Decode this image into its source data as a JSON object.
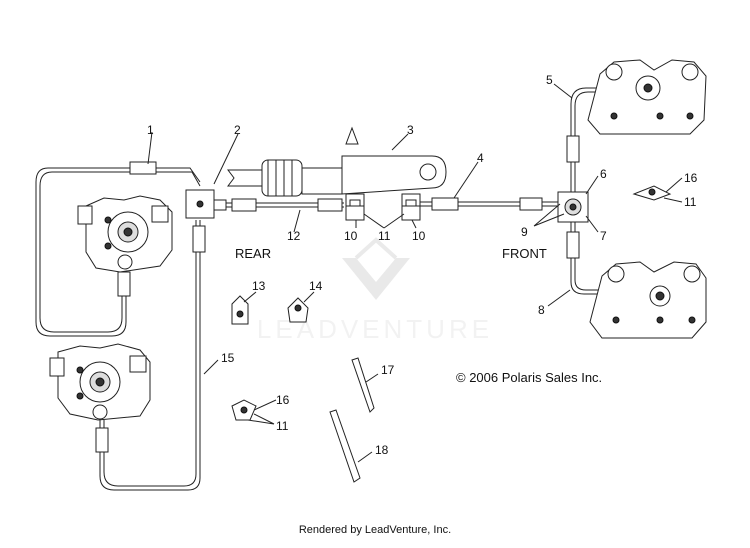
{
  "callouts": {
    "c1": "1",
    "c2": "2",
    "c3": "3",
    "c4": "4",
    "c5": "5",
    "c6": "6",
    "c7": "7",
    "c8": "8",
    "c9": "9",
    "c10a": "10",
    "c10b": "10",
    "c11a": "11",
    "c11b": "11",
    "c11c": "11",
    "c12": "12",
    "c13": "13",
    "c14": "14",
    "c15": "15",
    "c16a": "16",
    "c16b": "16",
    "c17": "17",
    "c18": "18"
  },
  "labels": {
    "rear": "REAR",
    "front": "FRONT",
    "copyright": "© 2006 Polaris Sales Inc.",
    "watermark": "LEADVENTURE"
  },
  "footer": "Rendered by LeadVenture, Inc."
}
